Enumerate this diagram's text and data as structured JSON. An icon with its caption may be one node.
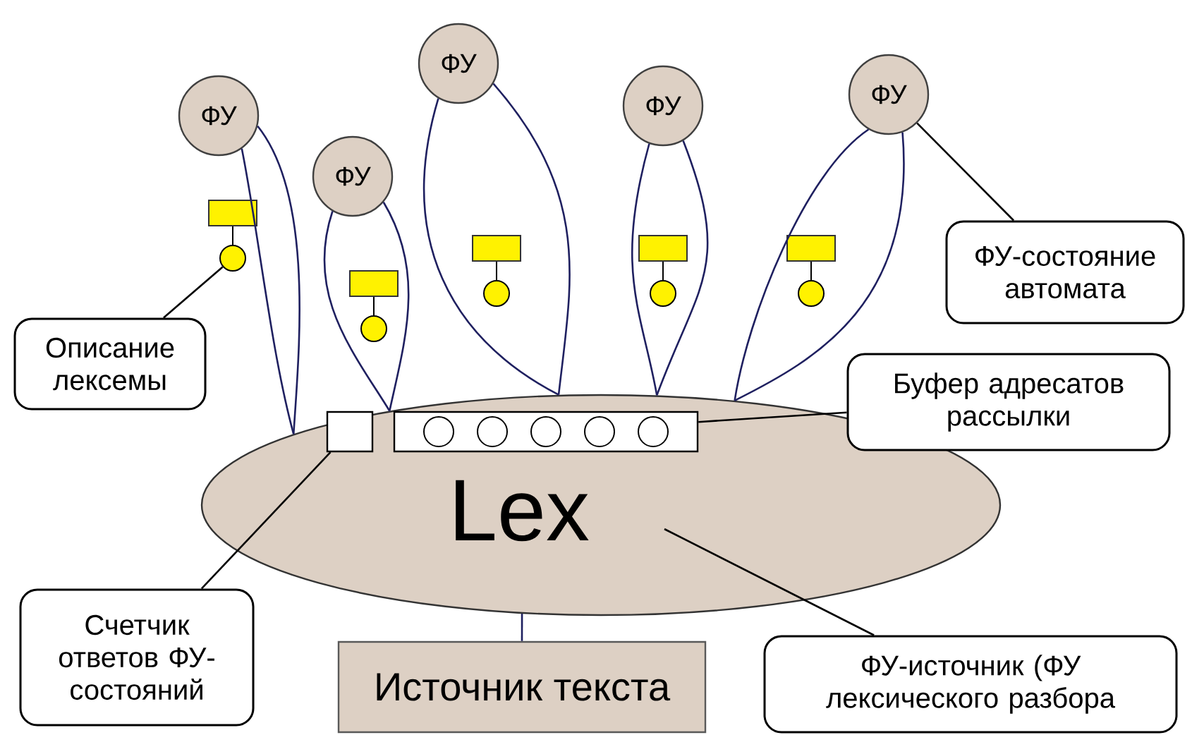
{
  "diagram": {
    "nodes": [
      {
        "text": [
          "ФУ"
        ]
      },
      {
        "text": [
          "ФУ"
        ]
      },
      {
        "text": [
          "ФУ"
        ]
      },
      {
        "text": [
          "ФУ"
        ]
      },
      {
        "text": [
          "ФУ"
        ]
      },
      {
        "text": [],
        "shape": "flag"
      },
      {
        "text": [],
        "shape": "flag"
      },
      {
        "text": [],
        "shape": "flag"
      },
      {
        "text": [],
        "shape": "flag"
      },
      {
        "text": [],
        "shape": "flag"
      },
      {
        "text": [
          "ФУ-состояние автомата"
        ]
      },
      {
        "text": [
          "Описание лексемы"
        ]
      },
      {
        "text": [
          "Буфер адресатов рассылки"
        ]
      },
      {
        "text": [
          "Lex"
        ]
      },
      {
        "text": [],
        "shape": "box",
        "in": 13
      },
      {
        "text": [],
        "shape": "bar",
        "in": 13
      },
      {
        "text": [
          "Счетчик ответов ФУ-состояний"
        ]
      },
      {
        "text": [
          "Источник текста"
        ]
      },
      {
        "text": [
          "ФУ-источник (ФУ лексического разбора"
        ]
      }
    ],
    "edges": [
      {
        "from": 0,
        "to": 13,
        "arrow": "none"
      },
      {
        "from": 0,
        "to": 13,
        "arrow": "none"
      },
      {
        "from": 1,
        "to": 13,
        "arrow": "none"
      },
      {
        "from": 1,
        "to": 13,
        "arrow": "none"
      },
      {
        "from": 2,
        "to": 13,
        "arrow": "none"
      },
      {
        "from": 2,
        "to": 13,
        "arrow": "none"
      },
      {
        "from": 3,
        "to": 13,
        "arrow": "none"
      },
      {
        "from": 3,
        "to": 13,
        "arrow": "none"
      },
      {
        "from": 4,
        "to": 13,
        "arrow": "none"
      },
      {
        "from": 4,
        "to": 13,
        "arrow": "none"
      },
      {
        "from": 13,
        "to": 17,
        "arrow": "none"
      },
      {
        "from": 11,
        "to": 5,
        "arrow": "none",
        "color": "#000000"
      },
      {
        "from": 10,
        "to": 4,
        "arrow": "none",
        "color": "#000000"
      },
      {
        "from": 12,
        "to": 15,
        "arrow": "none",
        "color": "#000000"
      },
      {
        "from": 16,
        "to": 14,
        "arrow": "none",
        "color": "#000000"
      },
      {
        "from": 18,
        "to": 13,
        "arrow": "none",
        "color": "#000000"
      }
    ]
  }
}
